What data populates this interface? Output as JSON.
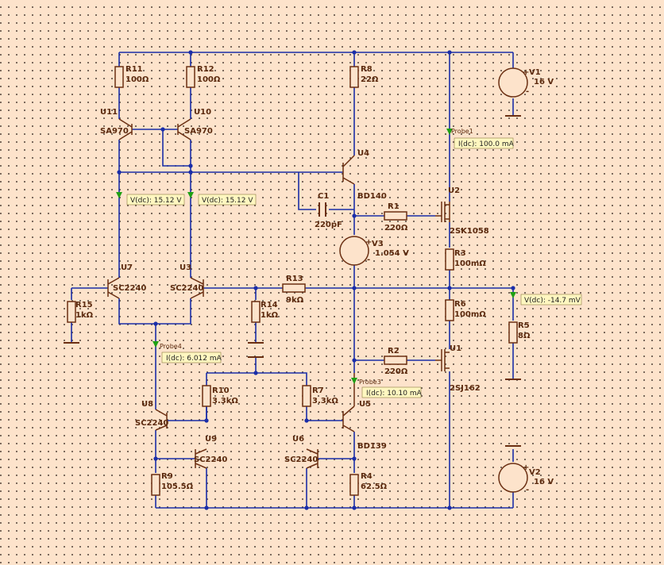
{
  "schematic": {
    "components": {
      "R11": {
        "name": "R11",
        "value": "100Ω"
      },
      "R12": {
        "name": "R12",
        "value": "100Ω"
      },
      "R8": {
        "name": "R8",
        "value": "22Ω"
      },
      "R1": {
        "name": "R1",
        "value": "220Ω"
      },
      "R2": {
        "name": "R2",
        "value": "220Ω"
      },
      "R3": {
        "name": "R3",
        "value": "100mΩ"
      },
      "R6": {
        "name": "R6",
        "value": "100mΩ"
      },
      "R5": {
        "name": "R5",
        "value": "8Ω"
      },
      "R13": {
        "name": "R13",
        "value": "9kΩ"
      },
      "R14": {
        "name": "R14",
        "value": "1kΩ"
      },
      "R15": {
        "name": "R15",
        "value": "1kΩ"
      },
      "R10": {
        "name": "R10",
        "value": "3.3kΩ"
      },
      "R7": {
        "name": "R7",
        "value": "3.3kΩ"
      },
      "R9": {
        "name": "R9",
        "value": "105.5Ω"
      },
      "R4": {
        "name": "R4",
        "value": "62.5Ω"
      },
      "C1": {
        "name": "C1",
        "value": "220pF"
      },
      "V1": {
        "name": "V1",
        "value": "16 V",
        "sign": "+"
      },
      "V2": {
        "name": "V2",
        "value": "16 V",
        "sign": "+"
      },
      "V3": {
        "name": "V3",
        "value": "1.054 V",
        "sign": "+"
      },
      "U11": {
        "name": "U11",
        "part": "SA970"
      },
      "U10": {
        "name": "U10",
        "part": "SA970"
      },
      "U4": {
        "name": "U4",
        "part": "BD140"
      },
      "U5": {
        "name": "U5",
        "part": "BD139"
      },
      "U2": {
        "name": "U2",
        "part": "2SK1058"
      },
      "U1": {
        "name": "U1",
        "part": "2SJ162"
      },
      "U7": {
        "name": "U7",
        "part": "SC2240"
      },
      "U3": {
        "name": "U3",
        "part": "SC2240"
      },
      "U8": {
        "name": "U8",
        "part": "SC2240"
      },
      "U9": {
        "name": "U9",
        "part": "SC2240"
      },
      "U6": {
        "name": "U6",
        "part": "SC2240"
      }
    },
    "probes": {
      "p1": {
        "name": "Probe1",
        "reading": "I(dc): 100.0 mA"
      },
      "p3": {
        "name": "Probe3",
        "reading": "I(dc): 10.10 mA"
      },
      "p4": {
        "name": "Probe4",
        "reading": "I(dc): 6.012 mA"
      },
      "va": {
        "name": "",
        "reading": "V(dc): 15.12 V"
      },
      "vb": {
        "name": "",
        "reading": "V(dc): 15.12 V"
      },
      "vout": {
        "name": "",
        "reading": "V(dc): -14.7 mV"
      }
    },
    "colors": {
      "wire": "#1a2ea8",
      "component": "#6b2f12",
      "background": "#fde3cb",
      "probe": "#1ea014",
      "tag": "#fff7c0"
    }
  }
}
